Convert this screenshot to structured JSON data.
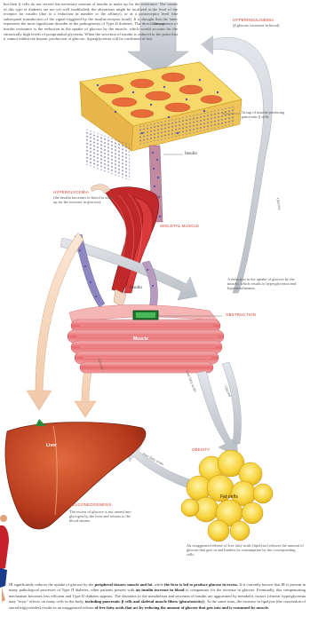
{
  "intro": {
    "text": "but their β cells do not secrete the necessary amount of insulin to make up for the resistance. The causes of this type of diabetes are not yet well established; the alterations might be localized at the level of the receptor for insulin (due to a reduction in number or the affinity), or at a postreceptor level (the subsequent transduction of the signal triggered by the insulin-receptor bond). It is thought that the latter represents the most significant disorder in the pathogenesis of Type II diabetes. The direct consequence of insulin resistance is the reduction in the uptake of glucose by the muscle, which would account for the chronically high levels of postprandial glycemia. When the secretion of insulin is reduced to the point that it cannot inhibit the hepatic production of glucose, hyperglycemia will be confirmed at fast."
  },
  "pancreas": {
    "hyper_title": "HYPERINSULINEMIA",
    "hyper_text": "(β glucose increases in blood).",
    "group_label": "Group of insulin-producing pancreatic β cells",
    "glucose_label": "Glucose",
    "insulin_label": "Insulin"
  },
  "muscle_top": {
    "hyper_title": "HYPERGLYCEMIA",
    "hyper_text": "(the insulin increases in blood to make up for the increase in glucose).",
    "label": "SKELETAL MUSCLE"
  },
  "muscle_bottom": {
    "label": "Muscle",
    "insulin_label": "Insulin",
    "arrow_glucose": "Glucose",
    "reduction_text": "A reduction in the uptake of glucose by the muscle, which results in hyperglycemia and hyperinsulinemia.",
    "obstruction_label": "OBSTRUCTION"
  },
  "liver": {
    "label": "Liver",
    "title": "GLUCONEOGENESIS",
    "text": "The excess of glucose is not turned into glycogen by the liver and returns to the blood stream.",
    "arrow_glucose": "Glucose"
  },
  "fat": {
    "label": "Fat cells",
    "title": "OBESITY",
    "text": "An exaggerated release of free fatty acids (lipolysis) reduces the amount of glucose that gets in and hinders its consumption by the corresponding cells.",
    "arrow_ffa": "Free fatty acids",
    "arrow_ffa2": "Free fatty acids",
    "arrow_glucose": "Glucose"
  },
  "right_arrow_label": "Glucose",
  "footer": {
    "p1": "IR significantly reduces the uptake of glucose by the",
    "b1": "peripheral tissues: muscle and fat",
    "p2": ", while",
    "b2": "the liver is led to produce glucose in excess.",
    "p3": "It is currently known that IR is present in many pathological processes of Type II diabetes, other patients present with",
    "b3": "an insulin increase in blood",
    "p4": "to compensate for the increase in glucose. Eventually, this compensating mechanism becomes less efficient and Type II diabetes appears. The disorders in the metabolism and secretion of insulin are aggravated by metabolic factors (chronic hyperglycemia may \"toxic\" effects on many cells in the body,",
    "b4": "including pancreatic β cells and skeletal muscle fibers (glucotoxicity)",
    "p5": "). At the same time, the increase in lipolysis (the conversion of stored triglycerides) results in an exaggerated release",
    "b5": "of free fatty acids that act by reducing the amount of glucose that gets into and is consumed by muscle."
  }
}
